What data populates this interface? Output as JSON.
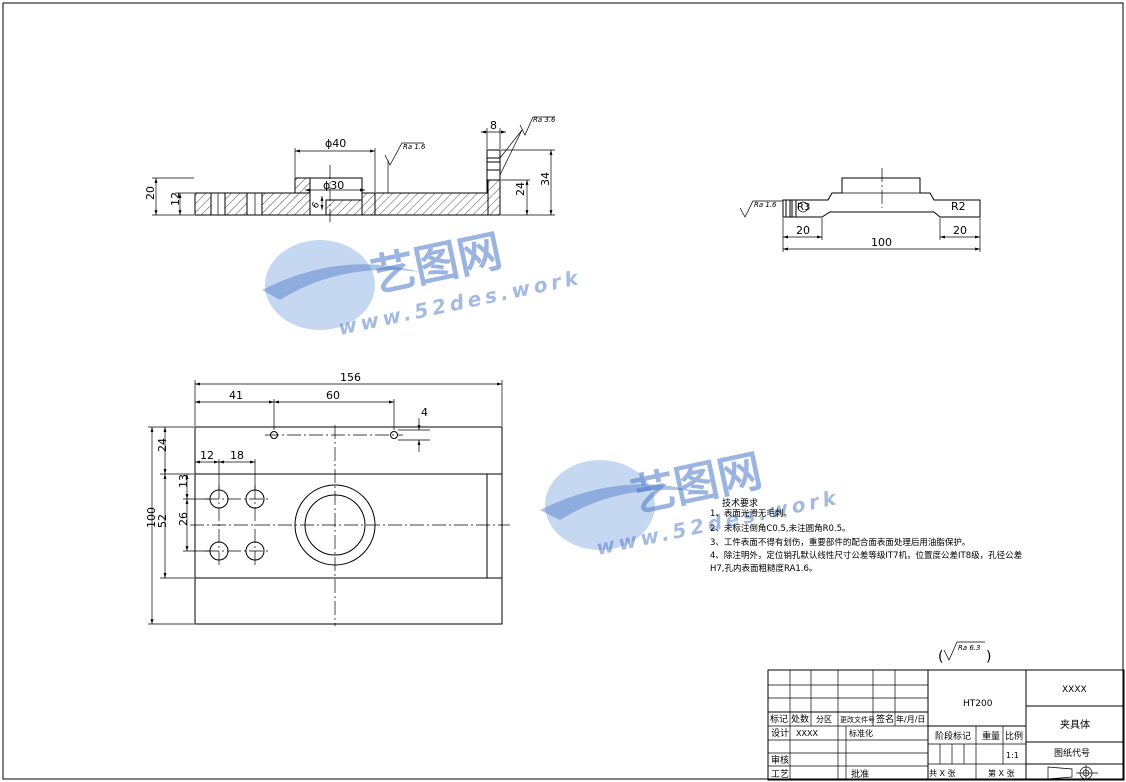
{
  "dims": {
    "d40": "ϕ40",
    "d30": "ϕ30",
    "v8": "8",
    "v20": "20",
    "v12": "12",
    "v24": "24",
    "v34": "34",
    "v6": "6",
    "v156": "156",
    "v41": "41",
    "v60": "60",
    "v4": "4",
    "v24b": "24",
    "v13": "13",
    "v26": "26",
    "v52": "52",
    "v100": "100",
    "v12b": "12",
    "v18": "18",
    "r2": "R2",
    "r3": "R3",
    "s20a": "20",
    "s20b": "20",
    "s100": "100"
  },
  "roughness": {
    "ra16": "Ra 1.6",
    "ra36": "Ra 3.6",
    "ra16b": "Ra 1.6",
    "ra63": "Ra 6.3"
  },
  "watermark": {
    "brand": "艺图网",
    "url": "www.52des.work"
  },
  "notes": {
    "title": "技术要求",
    "items": [
      "1、表面光滑无毛刺。",
      "2、未标注倒角C0.5,未注圆角R0.5。",
      "3、工件表面不得有划伤，重要部件的配合面表面处理后用油脂保护。",
      "4、除注明外，定位销孔默认线性尺寸公差等级IT7机，位置度公差IT8级，孔径公差",
      "H7,孔内表面粗糙度RA1.6。"
    ]
  },
  "titleblock": {
    "material": "HT200",
    "company": "XXXX",
    "part_name": "夹具体",
    "drawing_no": "图纸代号",
    "scale": "1:1",
    "col_mark": "标记",
    "col_count": "处数",
    "col_zone": "分区",
    "col_docno": "更改文件号",
    "col_sign": "签名",
    "col_date": "年/月/日",
    "design": "设计",
    "designer": "XXXX",
    "standard": "标准化",
    "stage": "阶段标记",
    "weight": "重量",
    "ratio": "比例",
    "check": "审核",
    "process": "工艺",
    "approve": "批准",
    "sheets_total": "共 X 张",
    "sheet_no": "第 X 张"
  }
}
